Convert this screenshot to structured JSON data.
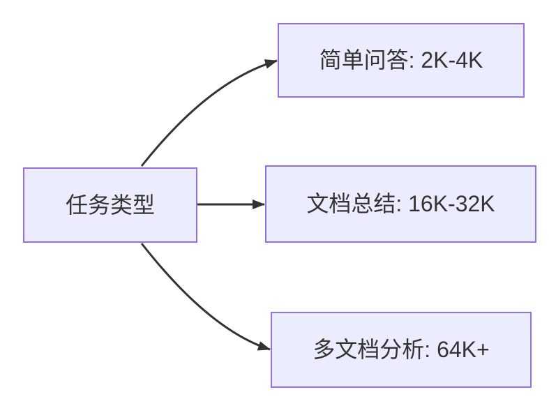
{
  "diagram": {
    "type": "flowchart",
    "direction": "left-to-right",
    "nodes": [
      {
        "id": "root",
        "label": "任务类型"
      },
      {
        "id": "simple-qa",
        "label": "简单问答: 2K-4K"
      },
      {
        "id": "doc-summary",
        "label": "文档总结: 16K-32K"
      },
      {
        "id": "multi-doc",
        "label": "多文档分析: 64K+"
      }
    ],
    "edges": [
      {
        "from": "任务类型",
        "to": "简单问答: 2K-4K"
      },
      {
        "from": "任务类型",
        "to": "文档总结: 16K-32K"
      },
      {
        "from": "任务类型",
        "to": "多文档分析: 64K+"
      }
    ],
    "theme": {
      "node_fill": "#ECECFF",
      "node_border": "#9370DB",
      "edge_color": "#333333",
      "text_color": "#333333",
      "background": "#FFFFFF"
    }
  }
}
